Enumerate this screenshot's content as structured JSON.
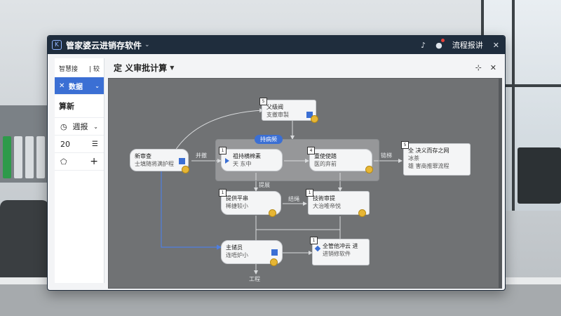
{
  "window": {
    "title": "管家婆云进销存软件",
    "report_link": "流程报讲"
  },
  "sidebar": {
    "head_left": "智慧接",
    "head_right": "|  较",
    "active_item": "数据",
    "section_title": "算新",
    "select_label": "週报",
    "count_value": "20",
    "count_icon": "list-icon"
  },
  "editor": {
    "tab_title": "定 义审批计算"
  },
  "flow": {
    "nodes": [
      {
        "id": "top",
        "num": "5",
        "l1": "父级阀",
        "l2": "支撤审製"
      },
      {
        "id": "start",
        "l1": "新审查",
        "l2": "士填随将满护程"
      },
      {
        "id": "mid1",
        "num": "1",
        "l1": "祖持横棉素",
        "l2": "天 东中"
      },
      {
        "id": "mid2",
        "num": "4",
        "l1": "重使使踏",
        "l2": "医的弃前"
      },
      {
        "id": "right",
        "num": "5",
        "l1": "全 决义而存之网",
        "l2": "冰茶",
        "l3": "雄  害商推罪流程"
      },
      {
        "id": "r2a",
        "num": "1",
        "l1": "提供平串",
        "l2": "稀捷较小"
      },
      {
        "id": "r2b",
        "num": "1",
        "l1": "技術审提",
        "l2": "大治唯帝悦"
      },
      {
        "id": "r3a",
        "l1": "主储员",
        "l2": "连唔炉小"
      },
      {
        "id": "r3b",
        "num": "1",
        "l1": "全管他冲云 进",
        "l2": "进销修软件"
      }
    ],
    "group_pill": "持病频",
    "edge_labels": {
      "e1": "并撤",
      "e2": "链梯",
      "e3": "提展",
      "e4": "结绳",
      "e5": "工程"
    }
  }
}
